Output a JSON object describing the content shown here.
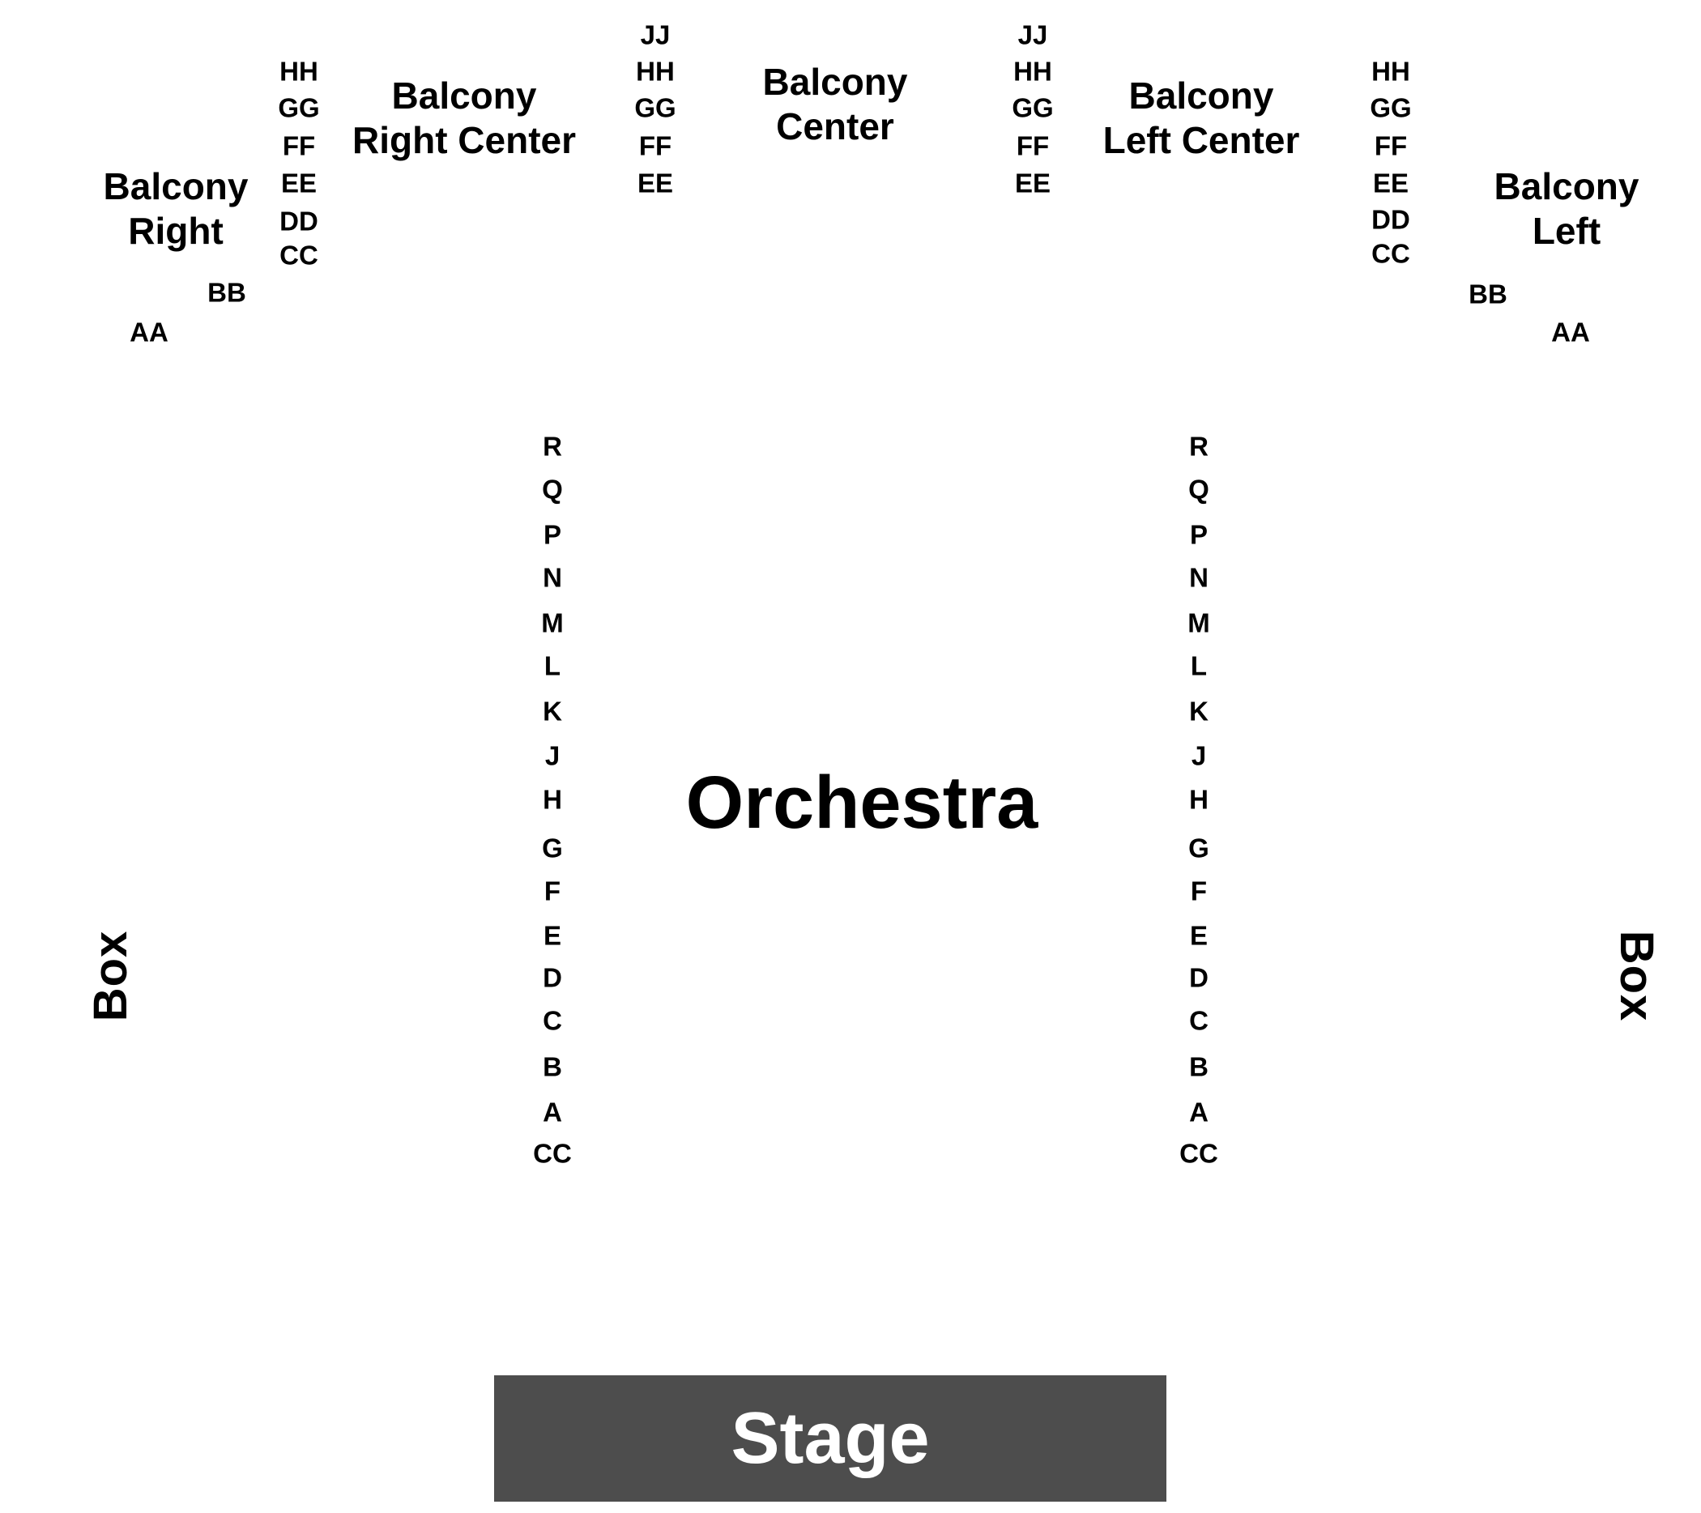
{
  "sections": {
    "balcony_right": {
      "title": "Balcony\nRight"
    },
    "balcony_right_center": {
      "title": "Balcony\nRight Center"
    },
    "balcony_center": {
      "title": "Balcony\nCenter"
    },
    "balcony_left_center": {
      "title": "Balcony\nLeft Center"
    },
    "balcony_left": {
      "title": "Balcony\nLeft"
    },
    "orchestra": {
      "title": "Orchestra"
    },
    "box_left": {
      "title": "Box"
    },
    "box_right": {
      "title": "Box"
    },
    "stage": {
      "title": "Stage"
    }
  },
  "rows": {
    "balcony_right_outer": [
      "BB",
      "AA"
    ],
    "balcony_right_inner": [
      "HH",
      "GG",
      "FF",
      "EE",
      "DD",
      "CC"
    ],
    "balcony_center_left": [
      "JJ",
      "HH",
      "GG",
      "FF",
      "EE"
    ],
    "balcony_center_right": [
      "JJ",
      "HH",
      "GG",
      "FF",
      "EE"
    ],
    "balcony_left_inner": [
      "HH",
      "GG",
      "FF",
      "EE",
      "DD",
      "CC"
    ],
    "balcony_left_outer": [
      "BB",
      "AA"
    ],
    "orchestra_left": [
      "R",
      "Q",
      "P",
      "N",
      "M",
      "L",
      "K",
      "J",
      "H",
      "G",
      "F",
      "E",
      "D",
      "C",
      "B",
      "A",
      "CC"
    ],
    "orchestra_right": [
      "R",
      "Q",
      "P",
      "N",
      "M",
      "L",
      "K",
      "J",
      "H",
      "G",
      "F",
      "E",
      "D",
      "C",
      "B",
      "A",
      "CC"
    ]
  }
}
